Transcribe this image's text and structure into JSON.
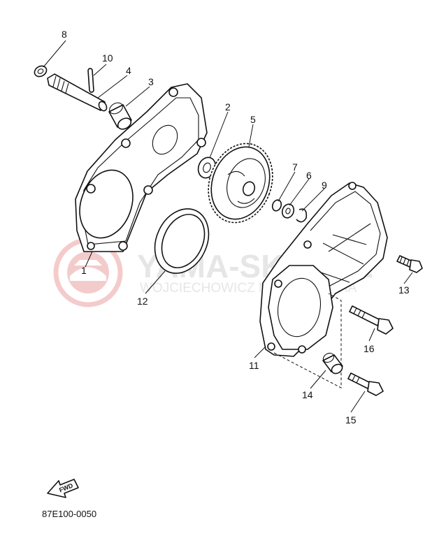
{
  "watermark": {
    "title": "YAMA-SKEP.PL",
    "subtitle": "WOJCIECHOWICZ MOTO YAMAHA",
    "logo_color": "#f3c6c6",
    "text_color": "#e6e6e6"
  },
  "callouts": {
    "c1": "1",
    "c2": "2",
    "c3": "3",
    "c4": "4",
    "c5": "5",
    "c6": "6",
    "c7": "7",
    "c8": "8",
    "c9": "9",
    "c10": "10",
    "c11": "11",
    "c12": "12",
    "c13": "13",
    "c14": "14",
    "c15": "15",
    "c16": "16"
  },
  "direction_label": "FWD",
  "drawing_code": "87E100-0050"
}
